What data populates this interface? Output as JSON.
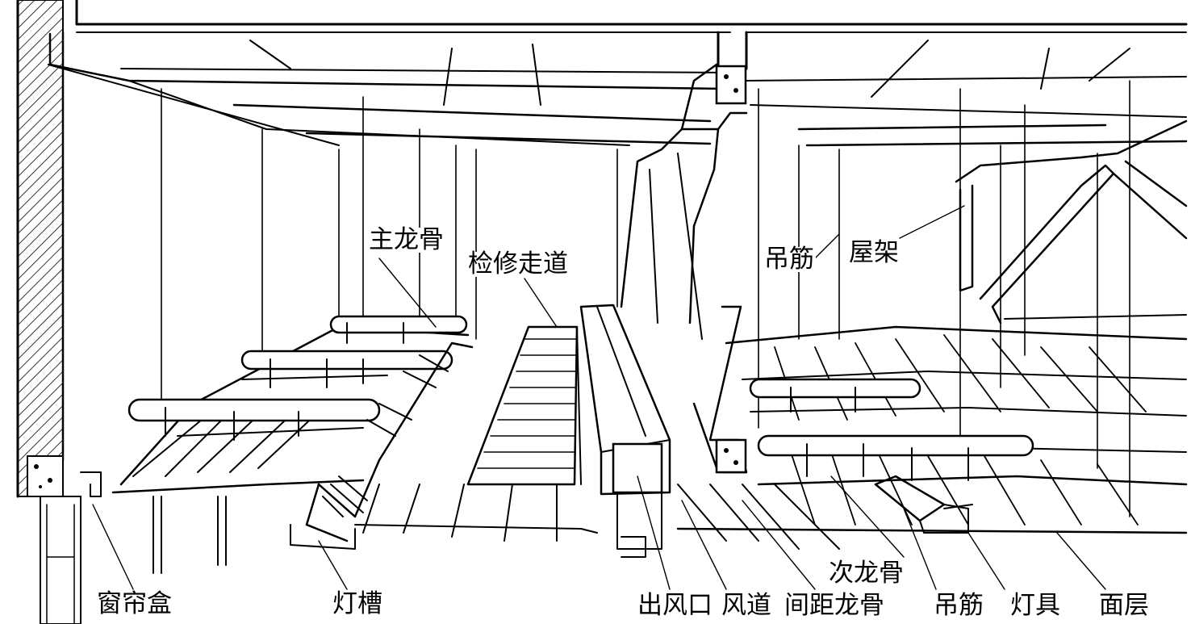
{
  "labels": {
    "main_runner": "主龙骨",
    "catwalk": "检修走道",
    "hanger_top": "吊筋",
    "roof_truss": "屋架",
    "curtain_box": "窗帘盒",
    "light_trough": "灯槽",
    "air_outlet": "出风口",
    "air_duct": "风道",
    "spacing_runner": "间距龙骨",
    "secondary_runner": "次龙骨",
    "hanger_bottom": "吊筋",
    "light_fixture": "灯具",
    "surface_layer": "面层"
  }
}
